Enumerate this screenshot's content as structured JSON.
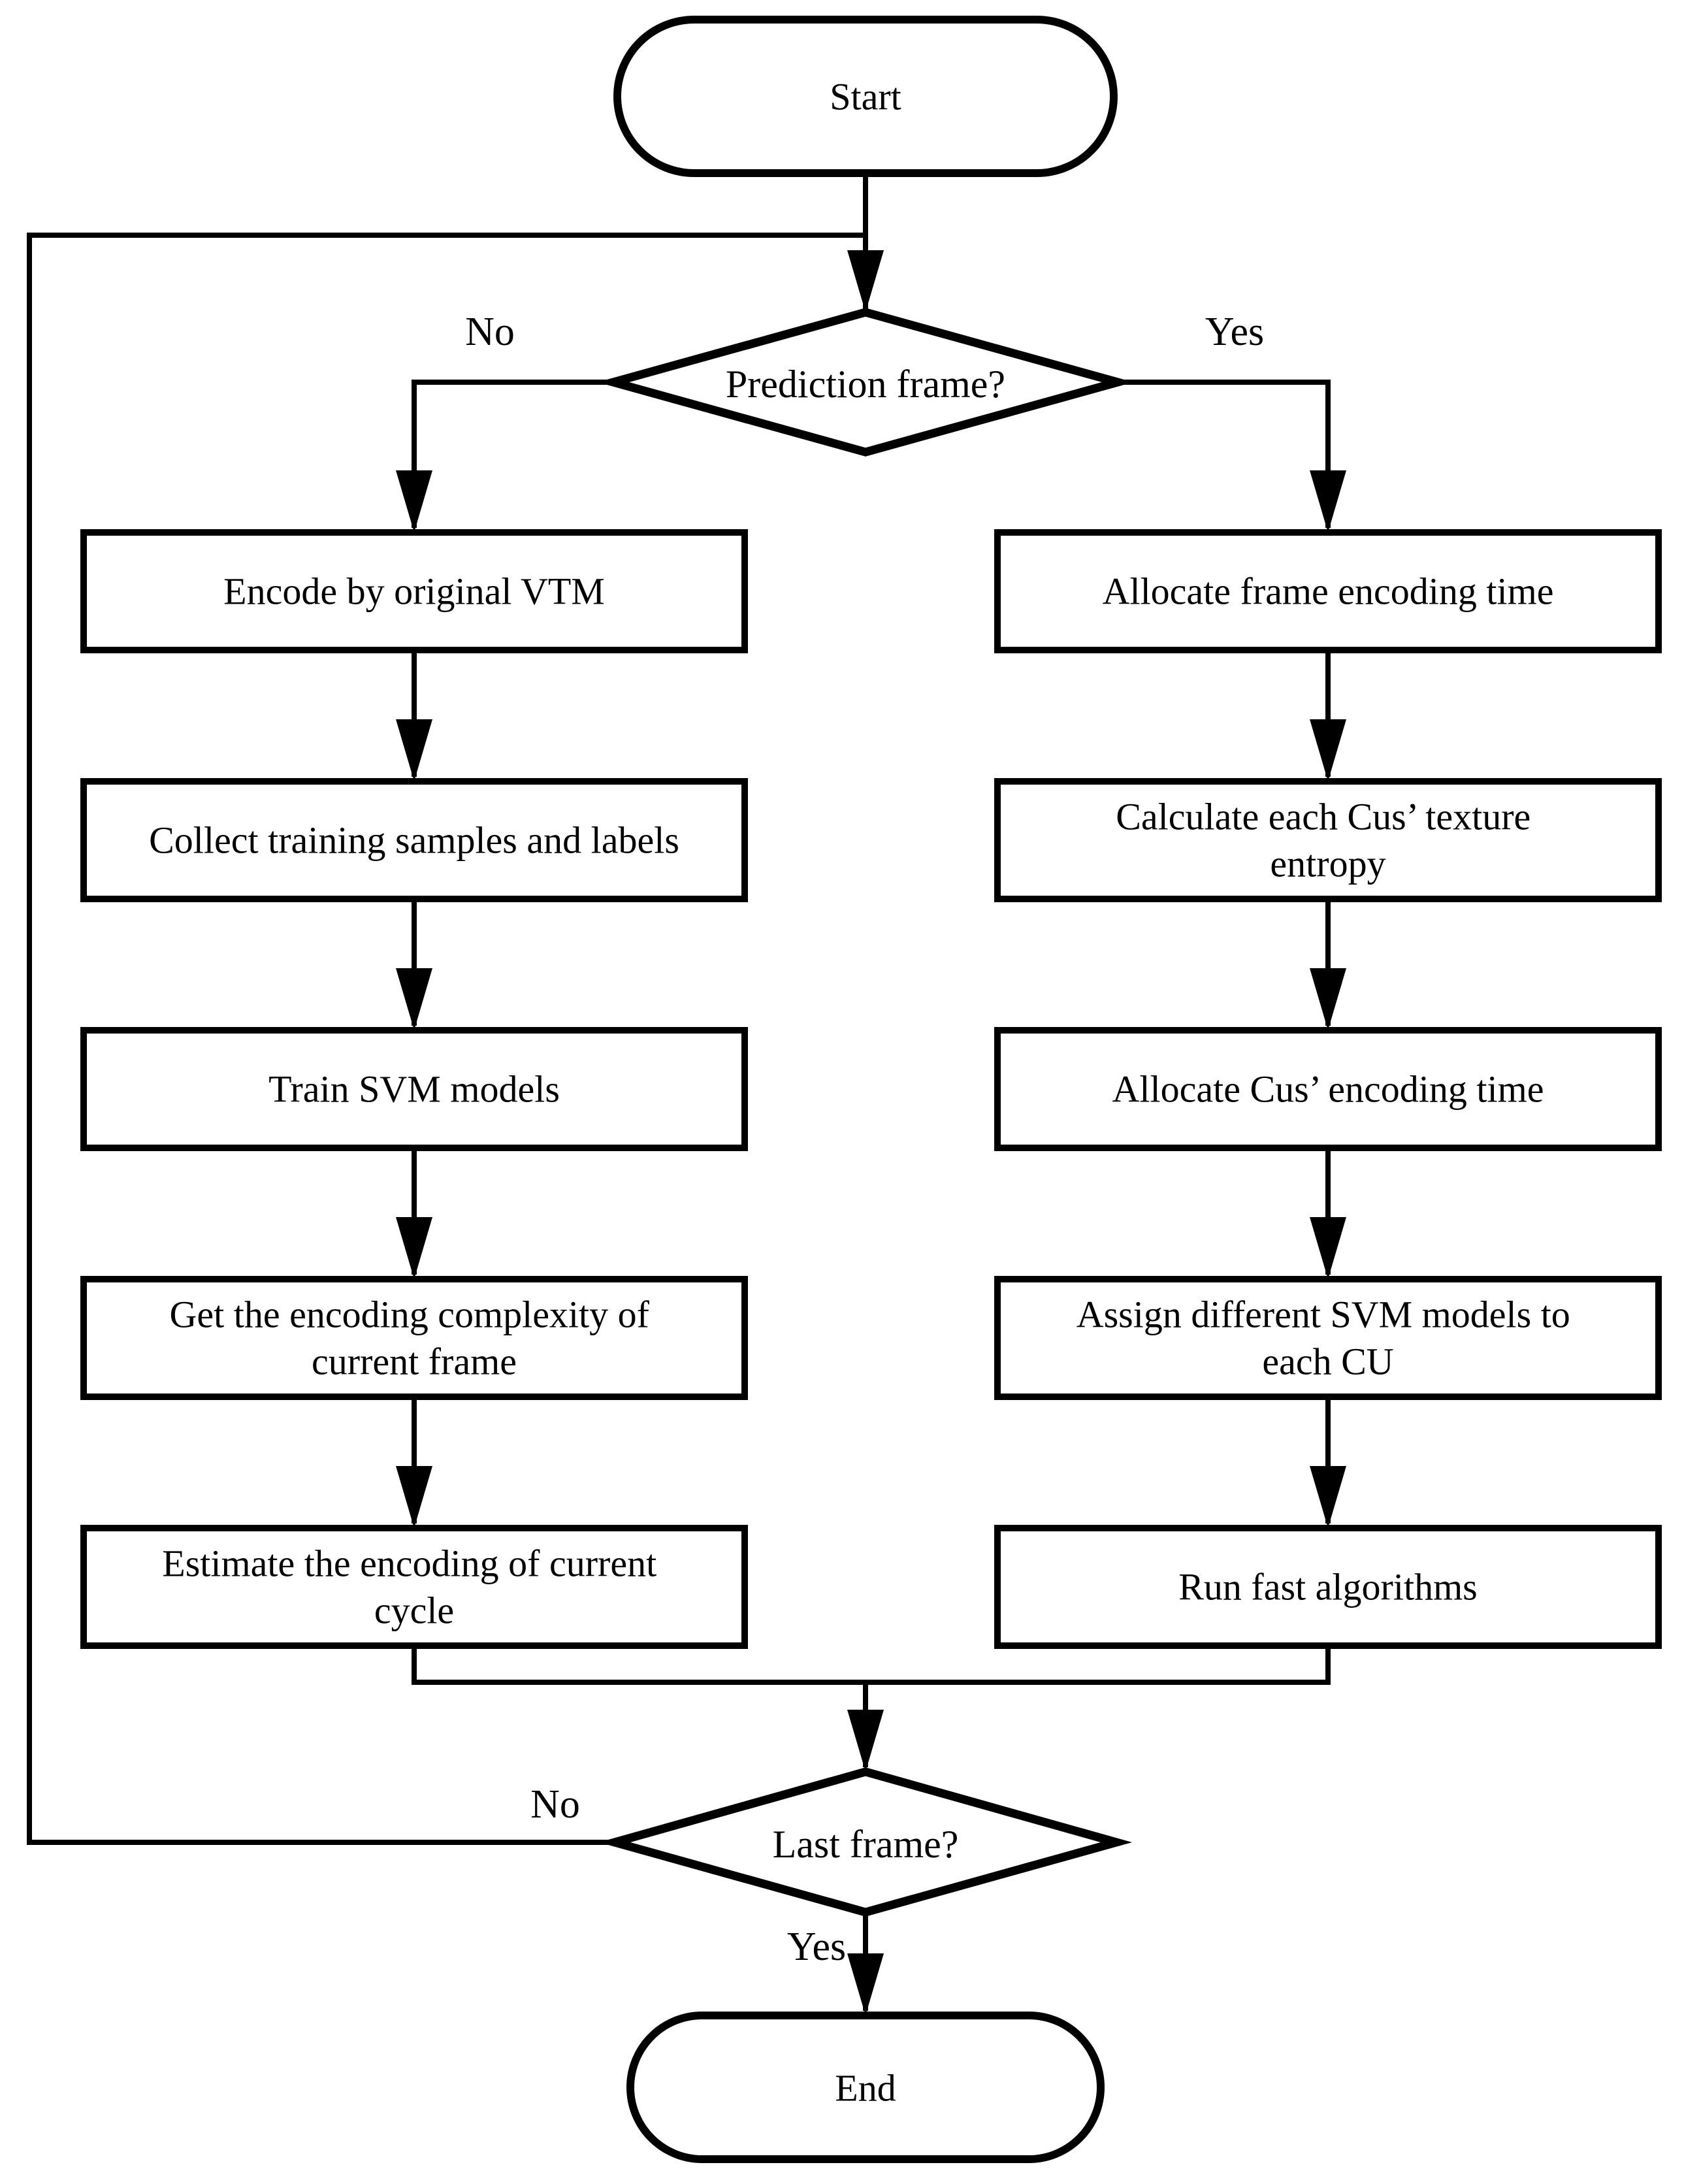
{
  "flowchart": {
    "colors": {
      "stroke": "#000000",
      "fill": "#ffffff",
      "text": "#000000"
    },
    "start": {
      "label": "Start"
    },
    "decision1": {
      "label": "Prediction frame?",
      "no_label": "No",
      "yes_label": "Yes"
    },
    "left_column": [
      {
        "lines": [
          "Encode by original VTM"
        ]
      },
      {
        "lines": [
          "Collect training samples and labels"
        ]
      },
      {
        "lines": [
          "Train SVM models"
        ]
      },
      {
        "lines": [
          "Get the encoding complexity of",
          "current frame"
        ]
      },
      {
        "lines": [
          "Estimate the encoding of current",
          "cycle"
        ]
      }
    ],
    "right_column": [
      {
        "lines": [
          "Allocate frame encoding time"
        ]
      },
      {
        "lines": [
          "Calculate each Cus’ texture",
          "entropy"
        ]
      },
      {
        "lines": [
          "Allocate Cus’ encoding time"
        ]
      },
      {
        "lines": [
          "Assign different SVM models to",
          "each CU"
        ]
      },
      {
        "lines": [
          "Run fast algorithms"
        ]
      }
    ],
    "decision2": {
      "label": "Last frame?",
      "no_label": "No",
      "yes_label": "Yes"
    },
    "end": {
      "label": "End"
    }
  }
}
